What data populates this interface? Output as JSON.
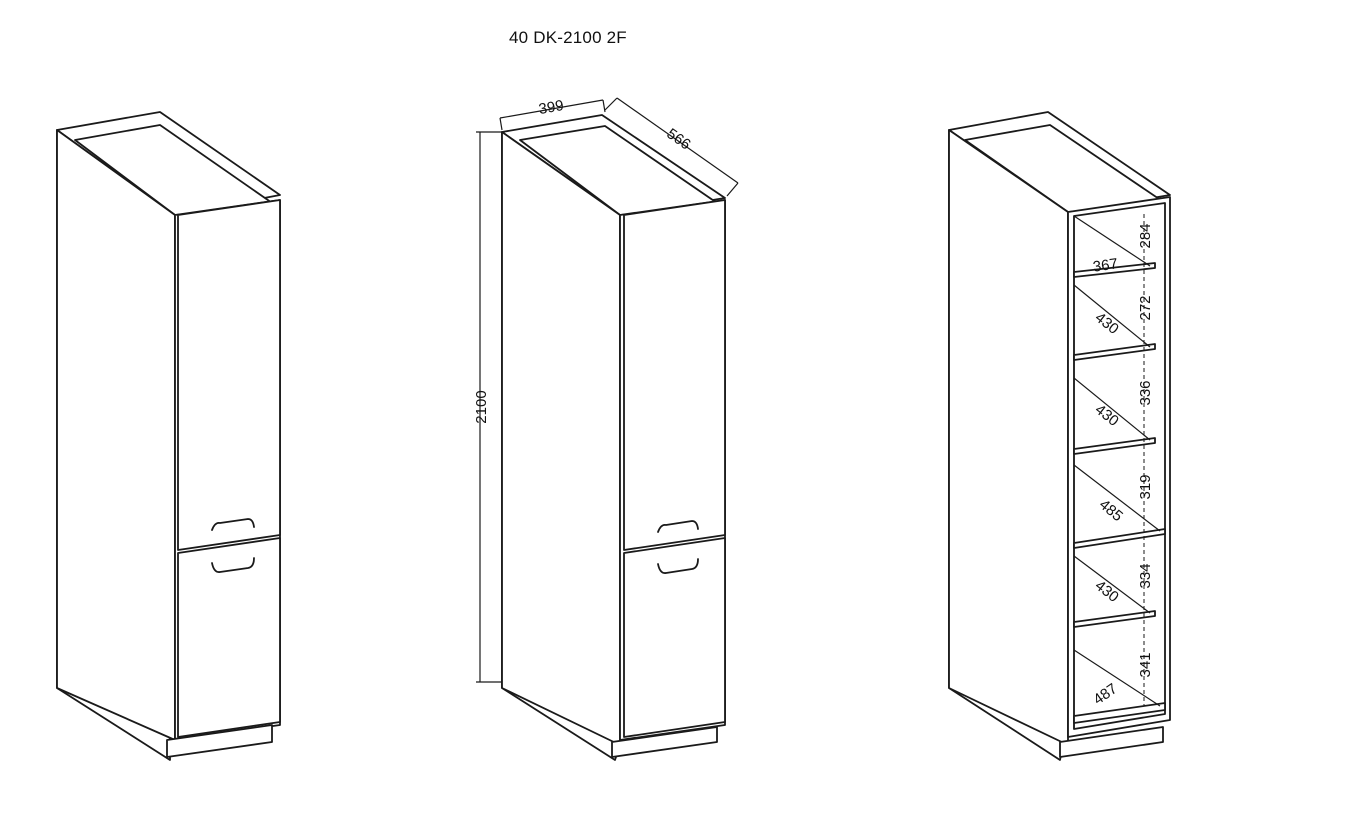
{
  "title": "40 DK-2100 2F",
  "dimensions": {
    "width": "399",
    "depth": "566",
    "height": "2100"
  },
  "compartment_heights": [
    "284",
    "272",
    "336",
    "319",
    "334",
    "341"
  ],
  "shelf_depths": [
    "367",
    "430",
    "430",
    "485",
    "430",
    "487"
  ]
}
